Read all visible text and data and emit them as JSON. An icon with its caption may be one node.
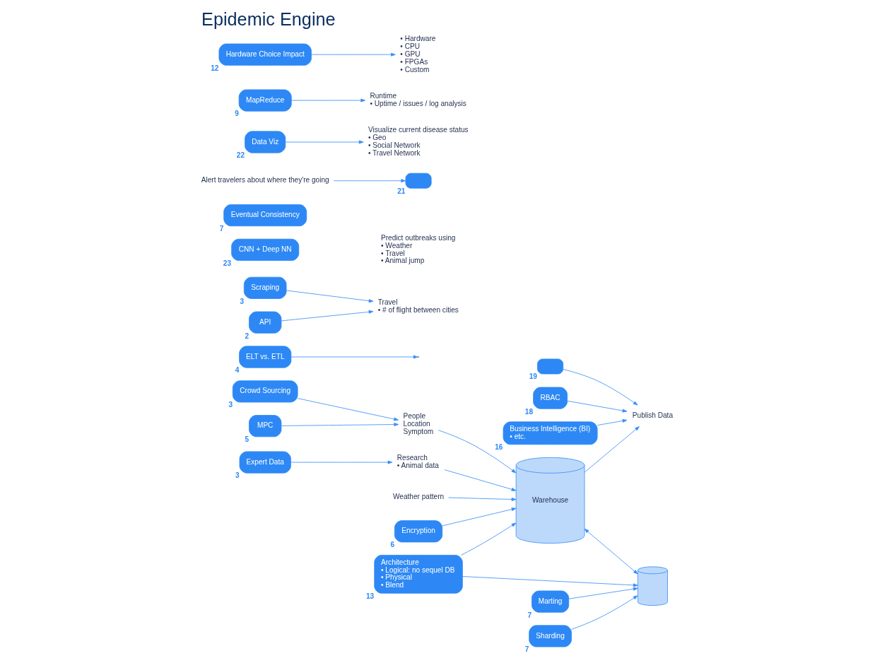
{
  "diagram": {
    "title": "Epidemic Engine",
    "nodes": [
      {
        "text": [
          "Crowd Sourcing"
        ],
        "beside": [
          "3"
        ]
      },
      {
        "text": [
          "ELT vs. ETL"
        ],
        "beside": [
          "4"
        ]
      },
      {
        "text": [
          "MPC"
        ],
        "beside": [
          "5"
        ]
      },
      {
        "text": [
          "Expert Data"
        ],
        "beside": [
          "3"
        ]
      },
      {
        "text": [
          "People",
          "Location",
          "Symptom"
        ]
      },
      {
        "text": [
          "Research",
          "• Animal data"
        ]
      },
      {
        "text": [
          "Weather pattern"
        ]
      },
      {
        "text": [
          "Scraping"
        ],
        "beside": [
          "3"
        ]
      },
      {
        "text": [
          "API"
        ],
        "beside": [
          "2"
        ]
      },
      {
        "text": [
          "Travel",
          "• # of flight between cities"
        ]
      },
      {
        "text": [
          "Architecture",
          "• Logical: no sequel DB",
          "• Physical",
          "• Blend"
        ],
        "beside": [
          "13"
        ]
      },
      {
        "text": [
          "Warehouse"
        ]
      },
      {
        "text": [
          "Encryption"
        ],
        "beside": [
          "6"
        ]
      },
      {
        "text": [
          "Publish Data"
        ]
      },
      {
        "text": [],
        "shape": "box",
        "beside": [
          "19"
        ]
      },
      {
        "text": [
          "RBAC"
        ],
        "beside": [
          "18"
        ]
      },
      {
        "text": [
          "Business Intelligence (BI)",
          "• etc."
        ],
        "beside": [
          "16"
        ]
      },
      {
        "text": [
          "CNN + Deep NN"
        ],
        "beside": [
          "23"
        ]
      },
      {
        "text": [
          "Eventual Consistency"
        ],
        "beside": [
          "7"
        ]
      },
      {
        "text": [],
        "shape": "cylinder"
      },
      {
        "text": [
          "Marting"
        ],
        "beside": [
          "7"
        ]
      },
      {
        "text": [
          "Sharding"
        ],
        "beside": [
          "7"
        ]
      },
      {
        "text": [
          "Alert travelers about where they're going"
        ]
      },
      {
        "text": [],
        "shape": "box",
        "beside": [
          "21"
        ]
      },
      {
        "text": [
          "Visualize current disease status",
          "• Geo",
          "• Social Network",
          "• Travel Network"
        ]
      },
      {
        "text": [
          "Data Viz"
        ],
        "beside": [
          "22"
        ]
      },
      {
        "text": [
          "Runtime",
          "• Uptime / issues / log analysis"
        ]
      },
      {
        "text": [
          "• Hardware",
          "• CPU",
          "• GPU",
          "• FPGAs",
          "• Custom"
        ]
      },
      {
        "text": [
          "MapReduce"
        ],
        "beside": [
          "9"
        ]
      },
      {
        "text": [
          "Hardware Choice Impact"
        ],
        "beside": [
          "12"
        ]
      }
    ],
    "edges": [
      {
        "from": 0,
        "to": 4,
        "arrow": "to"
      },
      {
        "from": 1,
        "to": null,
        "arrow": "to"
      },
      {
        "from": 2,
        "to": 4,
        "arrow": "to"
      },
      {
        "from": 3,
        "to": 5,
        "arrow": "to"
      },
      {
        "from": 4,
        "to": 11,
        "arrow": "to"
      },
      {
        "from": 5,
        "to": 11,
        "arrow": "to"
      },
      {
        "from": 6,
        "to": 11,
        "arrow": "to"
      },
      {
        "from": 7,
        "to": 9,
        "arrow": "to"
      },
      {
        "from": 8,
        "to": 9,
        "arrow": "to"
      },
      {
        "from": 10,
        "to": 11,
        "arrow": "to"
      },
      {
        "from": 10,
        "to": 19,
        "arrow": "to"
      },
      {
        "from": 12,
        "to": 11,
        "arrow": "to"
      },
      {
        "from": 11,
        "to": 13,
        "arrow": "to"
      },
      {
        "from": 14,
        "to": 13,
        "arrow": "to"
      },
      {
        "from": 15,
        "to": 13,
        "arrow": "to"
      },
      {
        "from": 16,
        "to": 13,
        "arrow": "to"
      },
      {
        "from": 11,
        "to": 19,
        "arrow": "both"
      },
      {
        "from": 20,
        "to": 19,
        "arrow": "to"
      },
      {
        "from": 21,
        "to": 19,
        "arrow": "to"
      },
      {
        "from": 22,
        "to": 23,
        "arrow": "to"
      },
      {
        "from": 25,
        "to": 24,
        "arrow": "to"
      },
      {
        "from": 28,
        "to": 26,
        "arrow": "to"
      },
      {
        "from": 29,
        "to": 27,
        "arrow": "to"
      }
    ],
    "labels": [
      "Predict outbreaks using",
      "• Weather",
      "• Travel",
      "• Animal jump"
    ]
  }
}
